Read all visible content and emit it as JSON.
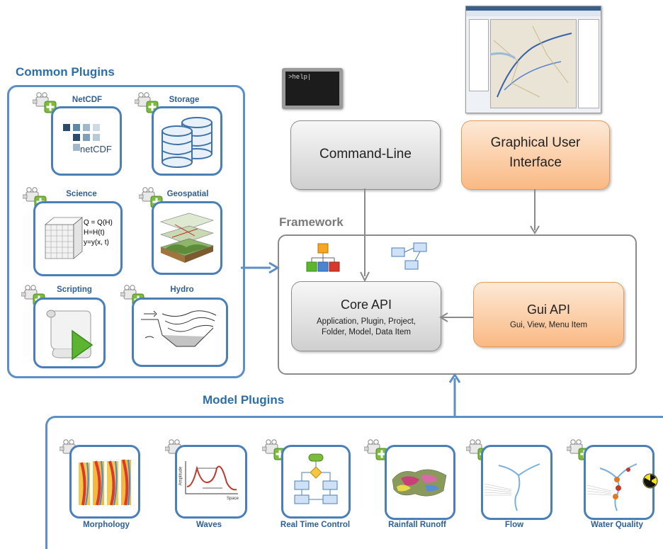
{
  "common_plugins": {
    "title": "Common Plugins",
    "items": [
      {
        "label": "NetCDF",
        "icon": "netcdf-logo-icon",
        "text": "netCDF"
      },
      {
        "label": "Storage",
        "icon": "database-stack-icon"
      },
      {
        "label": "Science",
        "icon": "science-formula-icon",
        "formula_lines": [
          "Q = Q(H)",
          "H=H(t)",
          "y=y(x, t)"
        ]
      },
      {
        "label": "Geospatial",
        "icon": "map-layers-icon"
      },
      {
        "label": "Scripting",
        "icon": "script-scroll-icon"
      },
      {
        "label": "Hydro",
        "icon": "hydro-sketch-icon"
      }
    ]
  },
  "command_line": {
    "label": "Command-Line",
    "terminal_text": ">help|"
  },
  "gui": {
    "label_line1": "Graphical User",
    "label_line2": "Interface"
  },
  "framework": {
    "title": "Framework",
    "core_api": {
      "title": "Core API",
      "line1": "Application, Plugin, Project,",
      "line2": "Folder, Model, Data Item"
    },
    "gui_api": {
      "title": "Gui API",
      "line1": "Gui, View, Menu Item"
    }
  },
  "model_plugins": {
    "title": "Model Plugins",
    "items": [
      {
        "label": "Morphology",
        "icon": "morphology-chart-icon"
      },
      {
        "label": "Waves",
        "icon": "wave-chart-icon",
        "xaxis": "Space",
        "yaxis": "Amplitude"
      },
      {
        "label": "Real Time Control",
        "icon": "flowchart-icon"
      },
      {
        "label": "Rainfall Runoff",
        "icon": "terrain-map-icon"
      },
      {
        "label": "Flow",
        "icon": "river-network-icon"
      },
      {
        "label": "Water Quality",
        "icon": "water-quality-icon"
      }
    ]
  },
  "colors": {
    "accent_blue": "#2e6ea8",
    "box_blue": "#4a7fb8",
    "gui_orange": "#fab983",
    "plugin_green": "#7dbb3c"
  }
}
